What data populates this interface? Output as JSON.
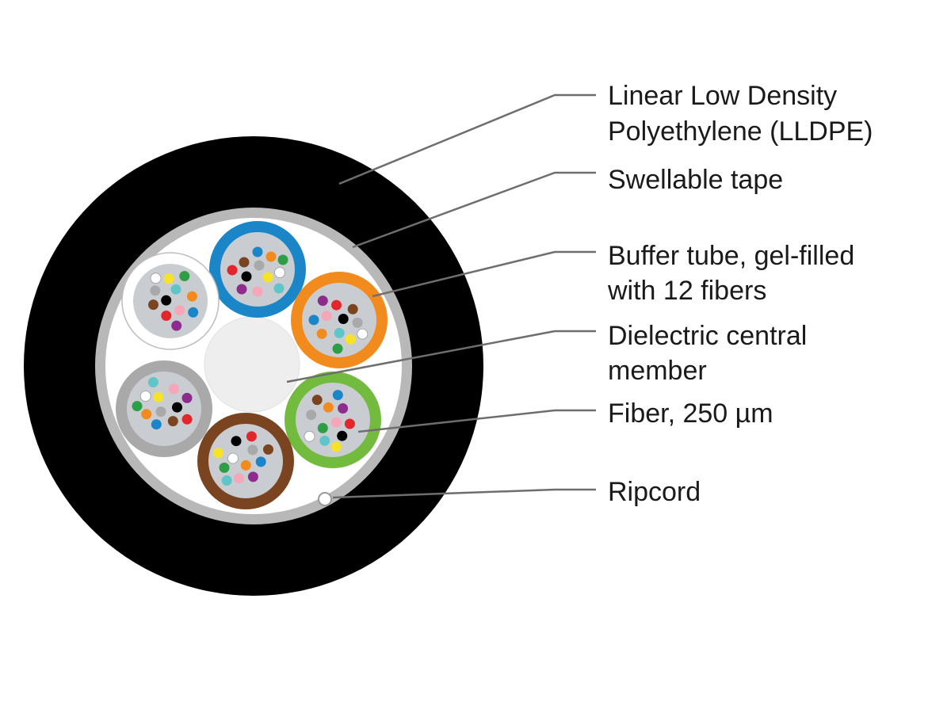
{
  "labels": {
    "jacket": {
      "line1": "Linear Low Density",
      "line2": "Polyethylene (LLDPE)"
    },
    "tape": {
      "line1": "Swellable tape"
    },
    "buffer_tube": {
      "line1": "Buffer tube, gel-filled",
      "line2": "with 12 fibers"
    },
    "central_member": {
      "line1": "Dielectric central",
      "line2": "member"
    },
    "fiber": {
      "line1": "Fiber, 250 µm"
    },
    "ripcord": {
      "line1": "Ripcord"
    }
  },
  "colors": {
    "jacket": "#000000",
    "tape": "#b8b8b8",
    "core": "#ffffff",
    "gel": "#c9cdd1",
    "central_member": "#eeeeee",
    "leader": "#6e6e6e"
  },
  "buffer_tubes": [
    {
      "name": "blue",
      "color": "#1a86c8"
    },
    {
      "name": "orange",
      "color": "#f28b1e"
    },
    {
      "name": "green",
      "color": "#72bb3f"
    },
    {
      "name": "brown",
      "color": "#7b4421"
    },
    {
      "name": "slate",
      "color": "#a9a9a9"
    },
    {
      "name": "white",
      "color": "#ffffff"
    }
  ],
  "fiber_colors": [
    "#1a86c8",
    "#f28b1e",
    "#2e9e46",
    "#7b4421",
    "#a9a9a9",
    "#ffffff",
    "#e3262b",
    "#000000",
    "#f7e22a",
    "#8e2c8e",
    "#f5a6b8",
    "#5fc5c9"
  ]
}
